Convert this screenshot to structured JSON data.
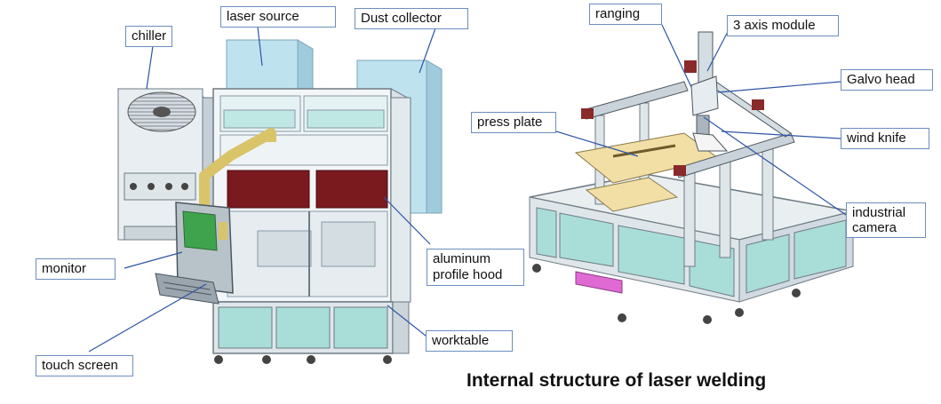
{
  "labels": {
    "chiller": "chiller",
    "laser_source": "laser source",
    "dust_collector": "Dust collector",
    "monitor": "monitor",
    "touch_screen": "touch screen",
    "aluminum_hood_line1": "aluminum",
    "aluminum_hood_line2": "profile hood",
    "worktable": "worktable",
    "ranging": "ranging",
    "axis_module": "3 axis module",
    "galvo_head": "Galvo head",
    "press_plate": "press plate",
    "wind_knife": "wind knife",
    "industrial_camera_line1": "industrial",
    "industrial_camera_line2": "camera"
  },
  "caption": "Internal structure of laser welding",
  "colors": {
    "frame": "#8a9aa6",
    "panel": "#a9ddd8",
    "blue_box": "#bfe2ef",
    "hood_red": "#7a1a1e",
    "arm_yellow": "#d9c46a",
    "screen_green": "#3fa34d",
    "leader": "#2f55a8"
  }
}
